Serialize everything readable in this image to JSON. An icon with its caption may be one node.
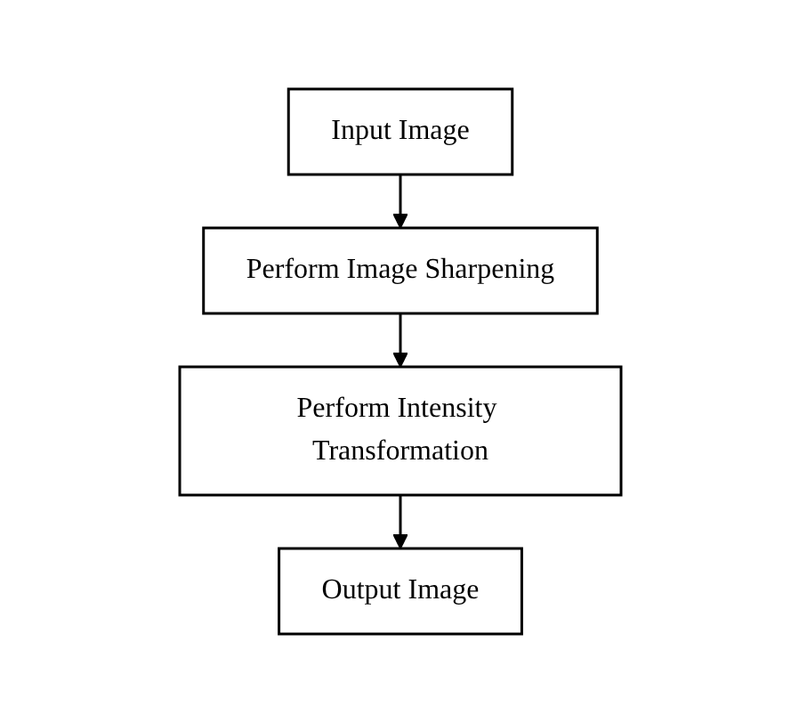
{
  "diagram": {
    "nodes": [
      {
        "text": [
          "Input Image"
        ]
      },
      {
        "text": [
          "Perform Image Sharpening"
        ]
      },
      {
        "text": [
          "Perform Intensity Transformation"
        ]
      },
      {
        "text": [
          "Output Image"
        ]
      }
    ],
    "edges": [
      {
        "from": 0,
        "to": 1,
        "arrow": "to"
      },
      {
        "from": 1,
        "to": 2,
        "arrow": "to"
      },
      {
        "from": 2,
        "to": 3,
        "arrow": "to"
      }
    ]
  }
}
